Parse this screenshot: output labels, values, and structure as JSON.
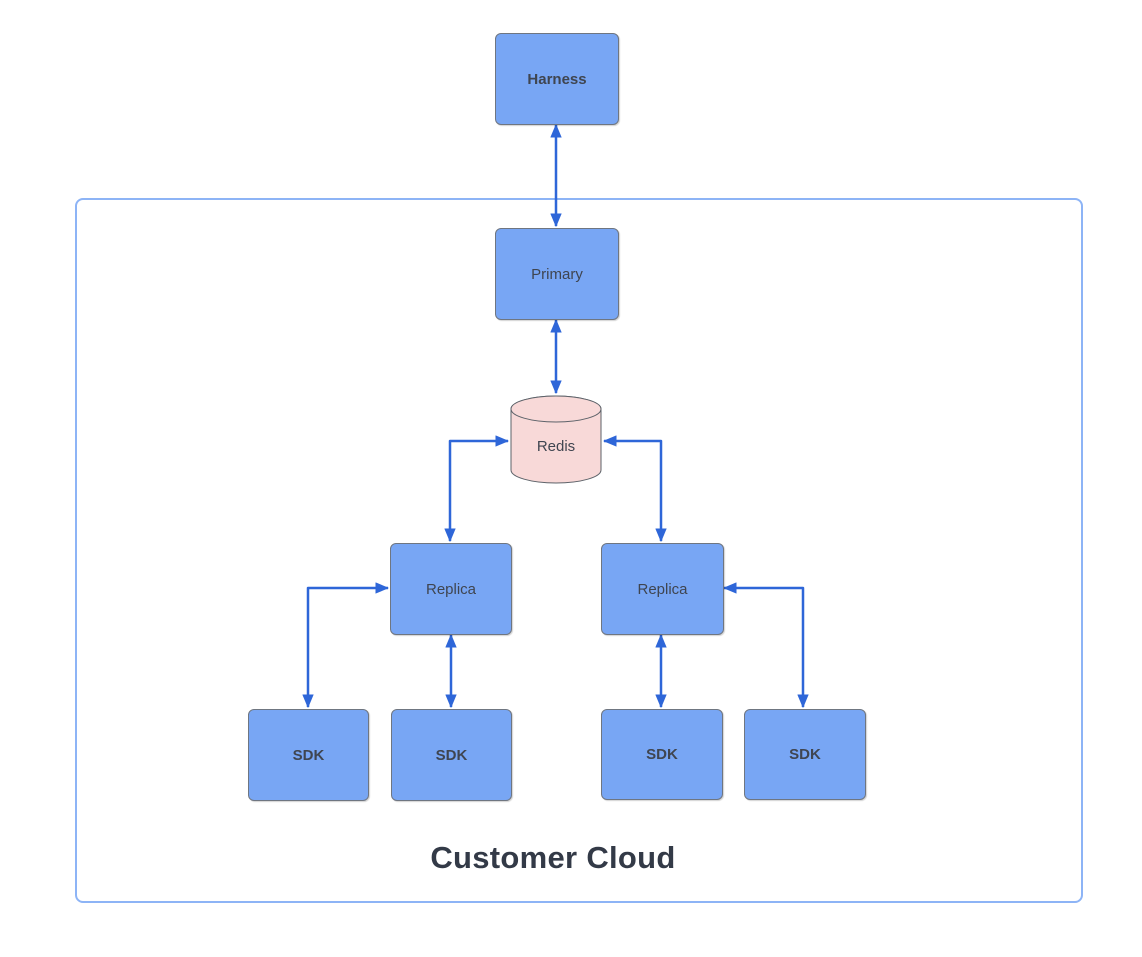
{
  "diagram": {
    "title": "Customer Cloud",
    "nodes": {
      "harness": {
        "label": "Harness",
        "shape": "rect",
        "fill": "#78a6f4"
      },
      "primary": {
        "label": "Primary",
        "shape": "rect",
        "fill": "#78a6f4"
      },
      "redis": {
        "label": "Redis",
        "shape": "cylinder",
        "fill": "#f8d9d8"
      },
      "replica_left": {
        "label": "Replica",
        "shape": "rect",
        "fill": "#78a6f4"
      },
      "replica_right": {
        "label": "Replica",
        "shape": "rect",
        "fill": "#78a6f4"
      },
      "sdk_1": {
        "label": "SDK",
        "shape": "rect",
        "fill": "#78a6f4"
      },
      "sdk_2": {
        "label": "SDK",
        "shape": "rect",
        "fill": "#78a6f4"
      },
      "sdk_3": {
        "label": "SDK",
        "shape": "rect",
        "fill": "#78a6f4"
      },
      "sdk_4": {
        "label": "SDK",
        "shape": "rect",
        "fill": "#78a6f4"
      }
    },
    "edges": [
      {
        "from": "harness",
        "to": "primary",
        "style": "bidirectional-straight"
      },
      {
        "from": "primary",
        "to": "redis",
        "style": "bidirectional-straight"
      },
      {
        "from": "redis",
        "to": "replica_left",
        "style": "bidirectional-elbow"
      },
      {
        "from": "redis",
        "to": "replica_right",
        "style": "bidirectional-elbow"
      },
      {
        "from": "replica_left",
        "to": "sdk_1",
        "style": "bidirectional-elbow"
      },
      {
        "from": "replica_left",
        "to": "sdk_2",
        "style": "bidirectional-straight"
      },
      {
        "from": "replica_right",
        "to": "sdk_3",
        "style": "bidirectional-straight"
      },
      {
        "from": "replica_right",
        "to": "sdk_4",
        "style": "bidirectional-elbow"
      }
    ],
    "colors": {
      "node_fill": "#78a6f4",
      "node_border": "#6f7681",
      "node_text": "#3f4550",
      "redis_fill": "#f8d9d8",
      "redis_border": "#5d6269",
      "arrow": "#2e66d8",
      "container_border": "#8db4f6",
      "title_text": "#333a47",
      "canvas_bg": "#ffffff"
    }
  }
}
